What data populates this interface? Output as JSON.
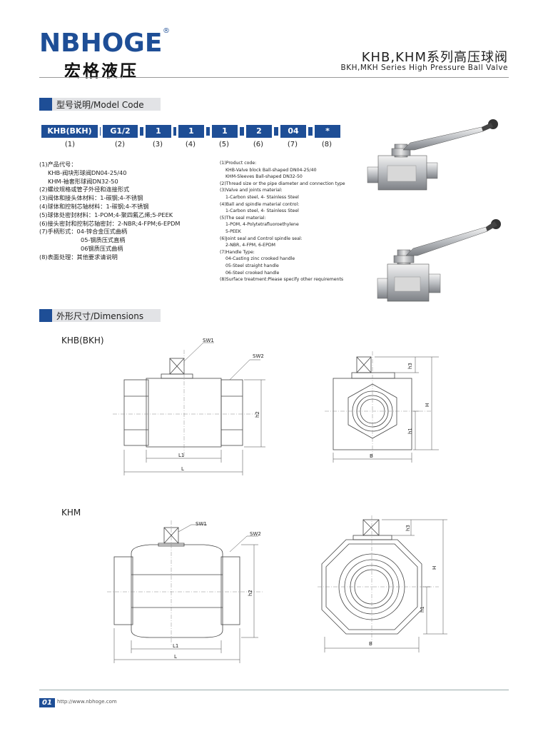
{
  "header": {
    "logo_en": "NBHOGE",
    "logo_reg": "®",
    "logo_cn": "宏格液压",
    "title_cn": "KHB,KHM系列高压球阀",
    "title_en": "BKH,MKH Series High Pressure Ball Valve"
  },
  "model_code": {
    "section_title": "型号说明/Model Code",
    "codes": [
      "KHB(BKH)",
      "G1/2",
      "1",
      "1",
      "1",
      "2",
      "04",
      "*"
    ],
    "indices": [
      "(1)",
      "(2)",
      "(3)",
      "(4)",
      "(5)",
      "(6)",
      "(7)",
      "(8)"
    ],
    "desc_cn": [
      "(1)产品代号：",
      "KHB-阀块形球阀DN04-25/40",
      "KHM-袖套形球阀DN32-50",
      "(2)螺纹规格或管子外径和连接形式",
      "(3)阀体和接头体材料：1-碳钢;4-不锈钢",
      "(4)球体和控制芯轴材料：1-碳钢;4-不锈钢",
      "(5)球体处密封材料：1-POM;4-聚四氟乙烯;5-PEEK",
      "(6)接头密封和控制芯轴密封：2-NBR;4-FPM;6-EPDM",
      "(7)手柄形式：04-锌合金压式曲柄",
      "05-钢质压式直柄",
      "06钢质压式曲柄",
      "(8)表面处理：其他要求请说明"
    ],
    "desc_en": [
      "(1)Product code:",
      "KHB-Valve block Ball-shaped DN04-25/40",
      "KHM-Sleeves Ball-shaped DN32-50",
      "(2)Thread size or the pipe diameter and connection type",
      "(3)Valve and joints material:",
      "1-Carbon steel, 4- Stainless Steel",
      "(4)Ball and spindle material control:",
      "1-Carbon steel, 4- Stainless Steel",
      "(5)The seal material:",
      "1-POM, 4-Polytetrafluoroethylene",
      "5-PEEK",
      "(6)Joint seal and Control spindle seal:",
      "2-NBR, 4-FPM, 6-EPDM",
      "(7)Handle Type:",
      "04-Casting zinc crooked handle",
      "05-Steel straight handle",
      "06-Steel crooked handle",
      "(8)Surface treatment:Please specify other requirements"
    ]
  },
  "dimensions": {
    "section_title": "外形尺寸/Dimensions",
    "khb": {
      "title": "KHB(BKH)",
      "sw1": "SW1",
      "sw2": "SW2",
      "h2": "h2",
      "l1": "L1",
      "l": "L",
      "h3": "h3",
      "h": "H",
      "h1": "h1",
      "b": "B"
    },
    "khm": {
      "title": "KHM",
      "sw1": "SW1",
      "sw2": "SW2",
      "h2": "h2",
      "l1": "L1",
      "l": "L",
      "h3": "h3",
      "h": "H",
      "h1": "h1",
      "b": "B"
    }
  },
  "footer": {
    "page": "01",
    "url": "http://www.nbhoge.com"
  },
  "colors": {
    "brand_blue": "#1e4e96",
    "section_grey": "#e2e3e6"
  }
}
